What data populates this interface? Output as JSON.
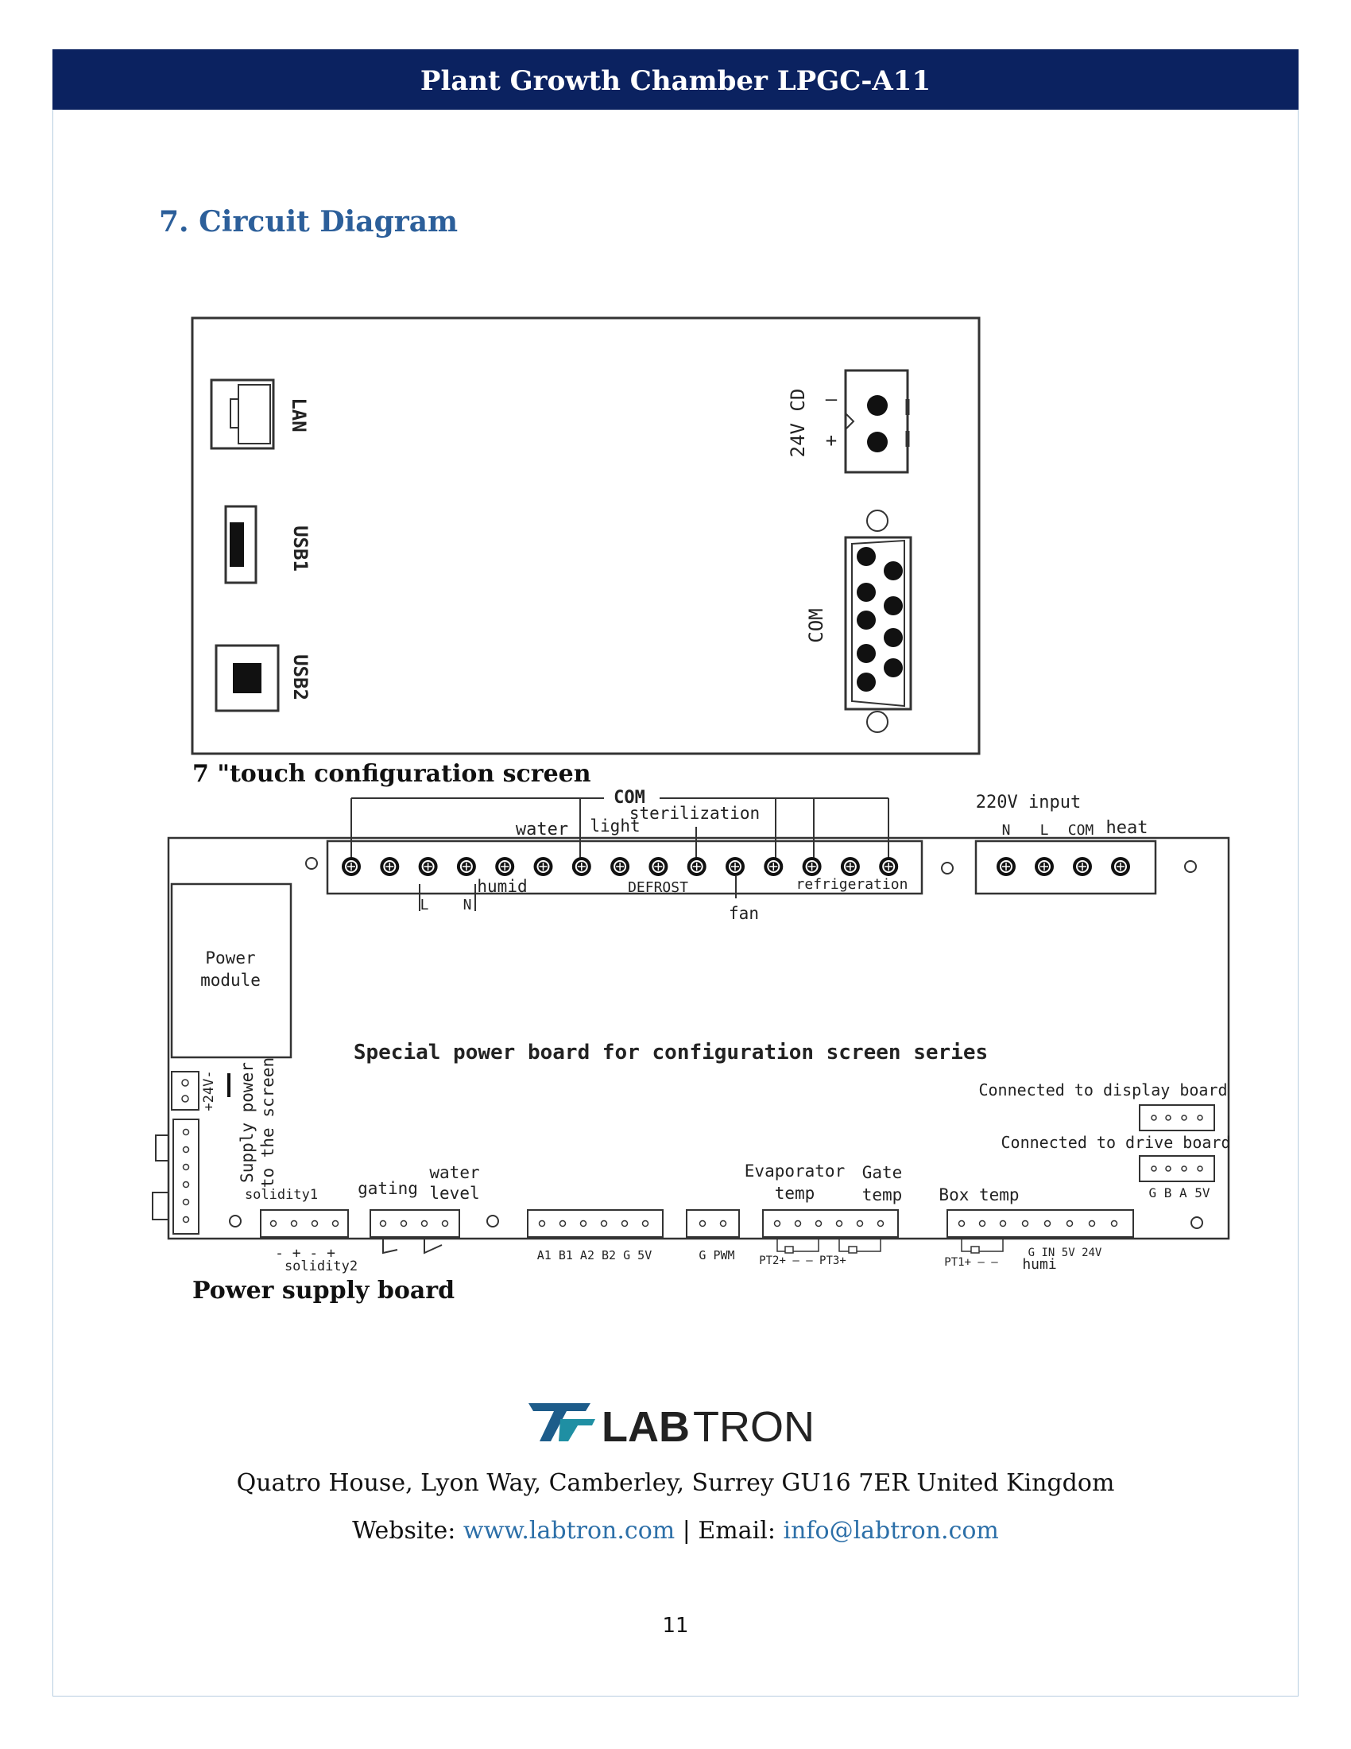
{
  "header": {
    "title": "Plant Growth Chamber LPGC-A11"
  },
  "section": {
    "title": "7.  Circuit Diagram"
  },
  "screen_board": {
    "caption": "7 \"touch configuration screen",
    "labels": {
      "lan": "LAN",
      "usb1": "USB1",
      "usb2": "USB2",
      "power": "24V CD",
      "minus": "–",
      "plus": "+",
      "com": "COM"
    }
  },
  "power_board": {
    "caption": "Power supply board",
    "title": "Special power board for configuration screen series",
    "labels": {
      "com": "COM",
      "water": "water",
      "light": "light",
      "sterilization": "sterilization",
      "humid": "humid",
      "defrost": "DEFROST",
      "refrigeration": "refrigeration",
      "fan": "fan",
      "L": "L",
      "N": "N",
      "input": "220V  input",
      "in_N": "N",
      "in_L": "L",
      "in_COM": "COM",
      "heat": "heat",
      "power_module": "Power\nmodule",
      "plus24": "+24V-",
      "supply1": "Supply power",
      "supply2": "to the screen",
      "solidity1": "solidity1",
      "solidity2": "solidity2",
      "pm": "-  +  -  +",
      "gating": "gating",
      "water_level_1": "water",
      "water_level_2": "level",
      "a_pins": "A1  B1  A2  B2  G  5V",
      "pwm_pins": "G  PWM",
      "evap_1": "Evaporator",
      "evap_2": "temp",
      "gate_1": "Gate",
      "gate_2": "temp",
      "pt2": "PT2+   –  –  PT3+",
      "box_temp": "Box temp",
      "pt1": "PT1+  –  –",
      "humi_pins": "G   IN  5V  24V",
      "humi": "humi",
      "display": "Connected to display board",
      "drive": "Connected to drive board",
      "gba": "G B A 5V"
    }
  },
  "footer": {
    "logo_text_1": "LAB",
    "logo_text_2": "TRON",
    "address": "Quatro House, Lyon Way, Camberley, Surrey GU16 7ER United Kingdom",
    "website_label": "Website: ",
    "website": "www.labtron.com",
    "separator": " |  ",
    "email_label": "Email: ",
    "email": "info@labtron.com"
  },
  "page_number": "11",
  "colors": {
    "header_bg": "#0b2260",
    "title": "#2c5f9a",
    "link": "#2c6fa8",
    "logo_blue": "#1d5c8a",
    "logo_teal": "#1f8fa3",
    "logo_gray": "#3d4f5c"
  }
}
